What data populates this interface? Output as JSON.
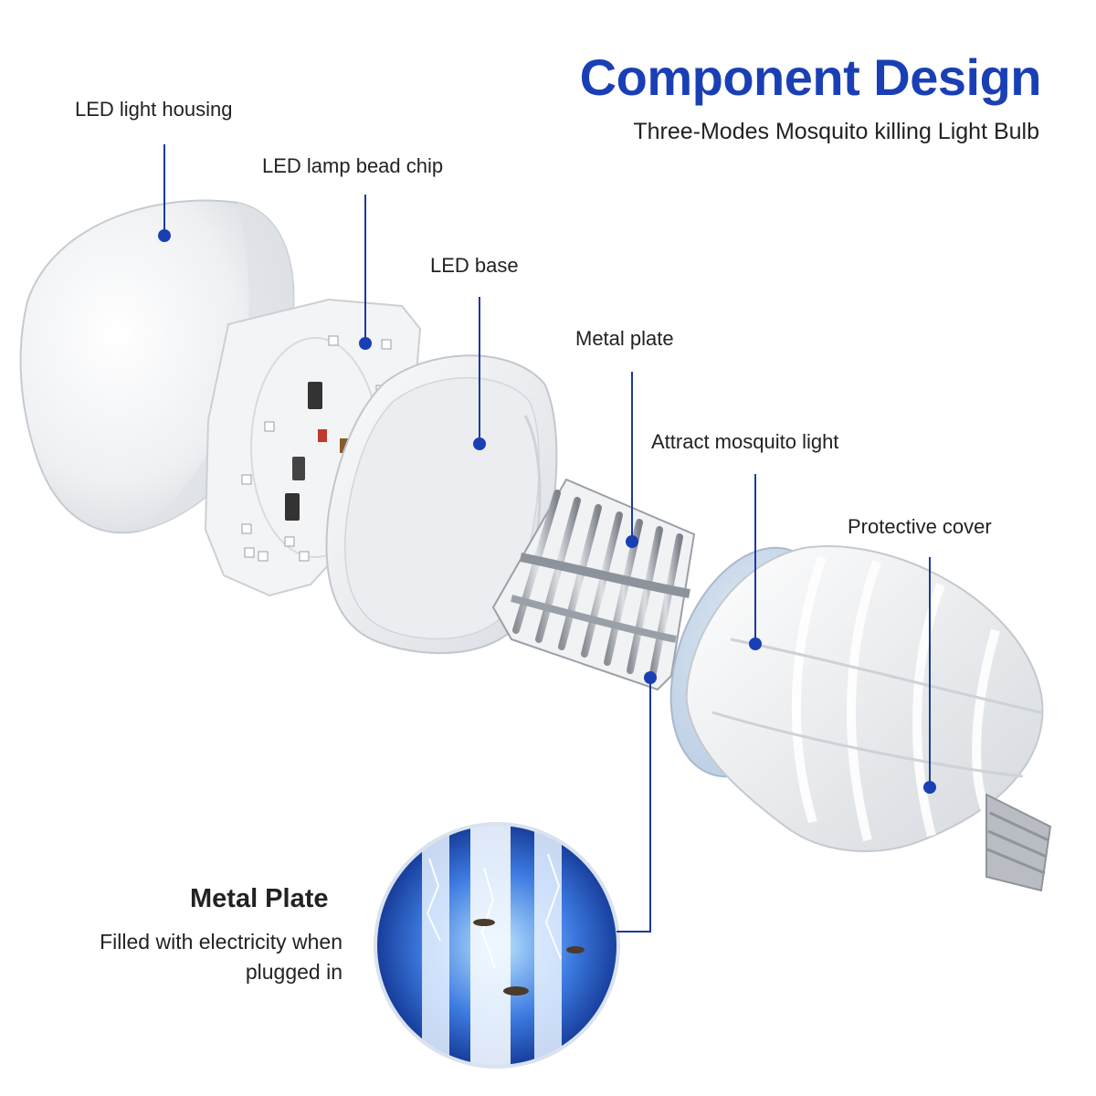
{
  "header": {
    "title": "Component Design",
    "subtitle": "Three-Modes Mosquito killing Light Bulb"
  },
  "callouts": {
    "led_light_housing": "LED light housing",
    "led_lamp_bead_chip": "LED lamp bead chip",
    "led_base": "LED base",
    "metal_plate": "Metal plate",
    "attract_mosquito_light": "Attract mosquito light",
    "protective_cover": "Protective cover"
  },
  "metal_plate_detail": {
    "title": "Metal Plate",
    "description_line1": "Filled with electricity when",
    "description_line2": "plugged in"
  },
  "colors": {
    "accent": "#1a3fb5",
    "leader_line": "#1c3a9e",
    "bulb_white": "#f4f5f7",
    "uv_blue": "#2e5bd6"
  },
  "icons": {
    "callout_dot": "blue-dot-marker"
  }
}
